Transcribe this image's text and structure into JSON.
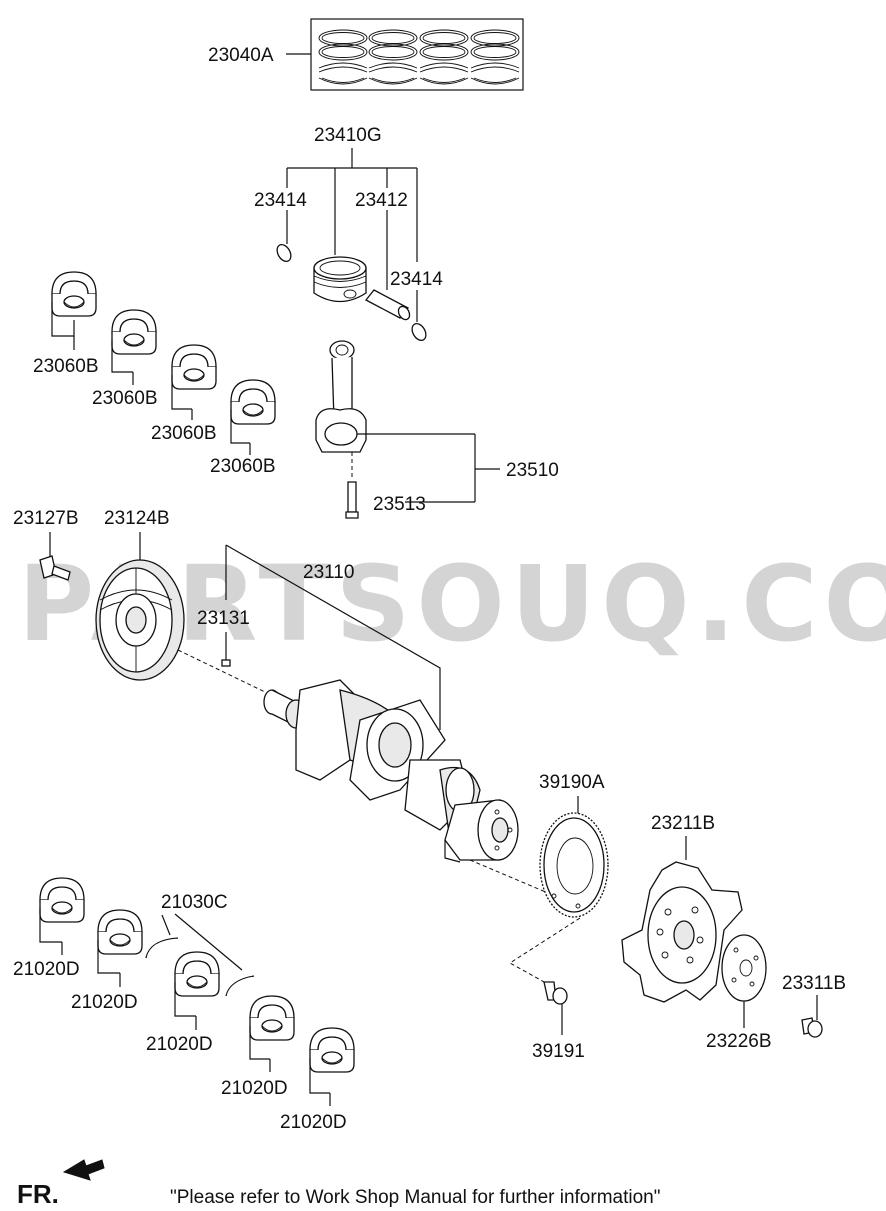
{
  "watermark": "PARTSOUQ.COM",
  "direction_label": "FR.",
  "footer_note": "\"Please refer to Work Shop Manual for further information\"",
  "part_labels": {
    "ring_set": "23040A",
    "piston_assy": "23410G",
    "snap_ring_left": "23414",
    "piston_pin": "23412",
    "snap_ring_right": "23414",
    "conrod_bearing_1": "23060B",
    "conrod_bearing_2": "23060B",
    "conrod_bearing_3": "23060B",
    "conrod_bearing_4": "23060B",
    "connecting_rod_assy": "23510",
    "conrod_bolt": "23513",
    "pulley_bolt": "23127B",
    "damper_pulley": "23124B",
    "crankshaft": "23110",
    "woodruff_key": "23131",
    "ring_gear": "39190A",
    "drive_plate": "23211B",
    "thrust_bearing": "21030C",
    "main_bearing_1": "21020D",
    "main_bearing_2": "21020D",
    "main_bearing_3": "21020D",
    "main_bearing_4": "21020D",
    "main_bearing_5": "21020D",
    "ring_gear_bolt": "39191",
    "adapter_plate": "23226B",
    "drive_plate_bolt": "23311B"
  }
}
